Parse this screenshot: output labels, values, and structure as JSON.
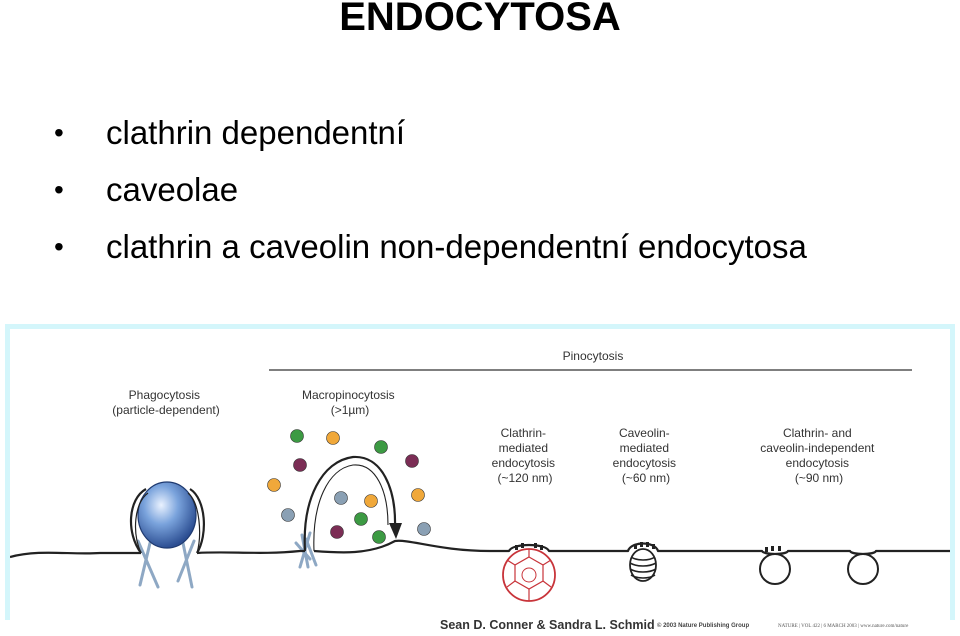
{
  "title": "ENDOCYTOSA",
  "bullets": [
    "clathrin dependentní",
    "caveolae",
    "clathrin a caveolin non-dependentní endocytosa"
  ],
  "figure": {
    "header": "Pinocytosis",
    "phagocytosis": {
      "line1": "Phagocytosis",
      "line2": "(particle-dependent)"
    },
    "macropinocytosis": {
      "line1": "Macropinocytosis",
      "line2": "(>1µm)"
    },
    "clathrin": {
      "line1": "Clathrin-",
      "line2": "mediated",
      "line3": "endocytosis",
      "line4": "(~120 nm)"
    },
    "caveolin": {
      "line1": "Caveolin-",
      "line2": "mediated",
      "line3": "endocytosis",
      "line4": "(~60 nm)"
    },
    "independent": {
      "line1": "Clathrin- and",
      "line2": "caveolin-independent",
      "line3": "endocytosis",
      "line4": "(~90 nm)"
    }
  },
  "caption": {
    "authors": "Sean D. Conner & Sandra L. Schmid",
    "publisher": "© 2003 Nature Publishing Group",
    "journal": "NATURE | VOL 422 | 6 MARCH 2003 | www.nature.com/nature"
  },
  "colors": {
    "frame": "#d4f6fb",
    "membrane": "#222222",
    "particle": "#5b86c6",
    "actin": "#8ea8c4",
    "clathrin_coat": "#c8343a",
    "dot_green": "#3c9a43",
    "dot_orange": "#f0a83a",
    "dot_purple": "#7b2d55",
    "dot_grey": "#8aa0b4"
  }
}
